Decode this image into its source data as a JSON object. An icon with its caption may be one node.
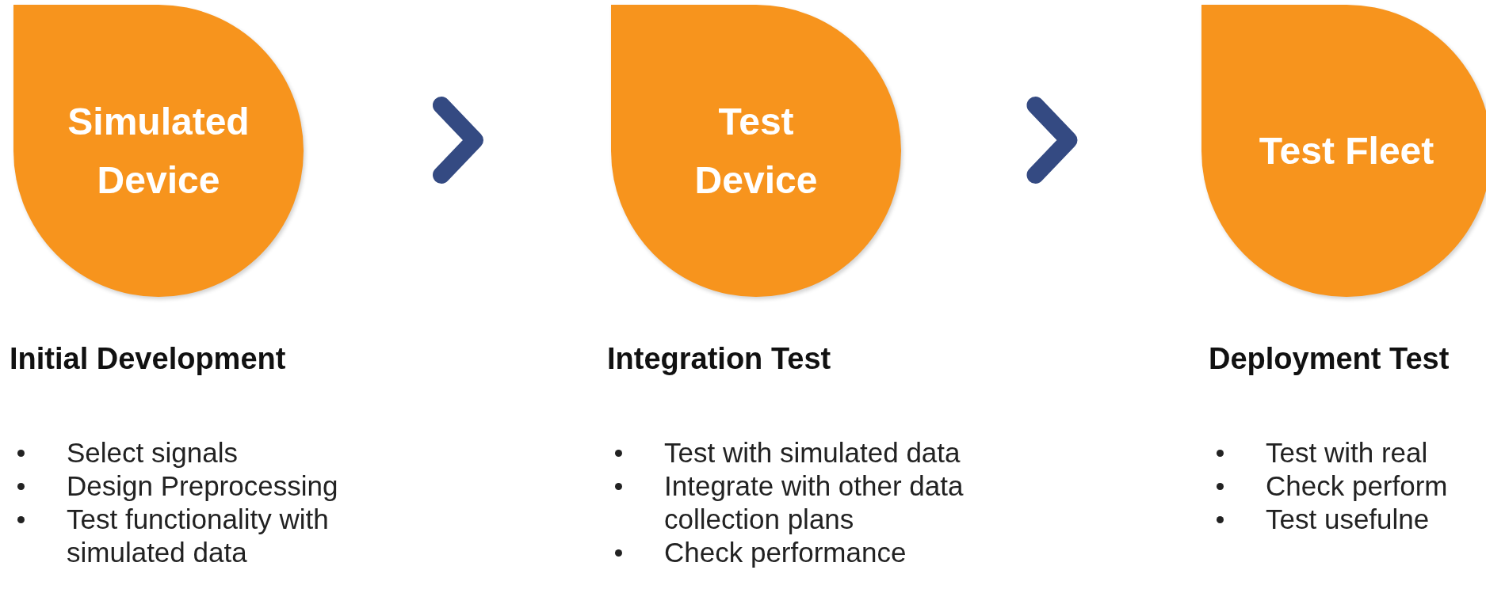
{
  "diagram": {
    "nodes": [
      {
        "text": [
          "Simulated Device"
        ],
        "beside": [
          "Initial Development",
          "Select signals",
          "Design Preprocessing",
          "Test functionality with simulated data"
        ]
      },
      {
        "text": [
          "Test Device"
        ],
        "beside": [
          "Integration Test",
          "Test with simulated data",
          "Integrate with other data collection plans",
          "Check performance"
        ]
      },
      {
        "text": [
          "Test Fleet"
        ],
        "beside": [
          "Deployment Test",
          "Test with real",
          "Check perform",
          "Test usefulne"
        ]
      }
    ],
    "edges": [
      {
        "from": 0,
        "to": 1,
        "arrow": "to"
      },
      {
        "from": 1,
        "to": 2,
        "arrow": "to"
      }
    ]
  }
}
